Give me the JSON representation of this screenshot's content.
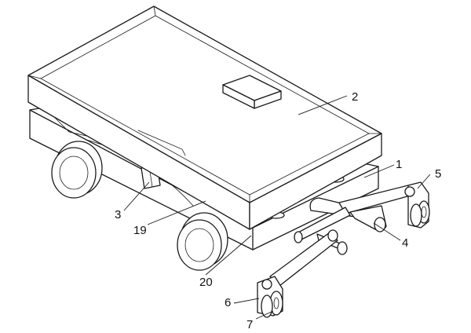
{
  "labels": {
    "l1": "1",
    "l2": "2",
    "l3": "3",
    "l4": "4",
    "l5": "5",
    "l6": "6",
    "l7": "7",
    "l19": "19",
    "l20": "20"
  }
}
